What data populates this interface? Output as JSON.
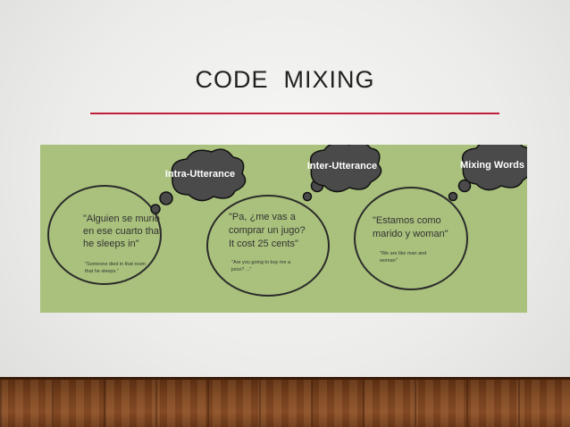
{
  "slide": {
    "title": "CODE  MIXING"
  },
  "colors": {
    "background": "#ececea",
    "title_rule": "#c01f3b",
    "panel": "#a9c17c",
    "cloud": "#4a4a4a",
    "floor": "#7a4420"
  },
  "diagram": {
    "categories": [
      {
        "label": "Intra-Utterance",
        "example_lines": [
          "\"Alguien se murió",
          "en ese cuarto that",
          "he sleeps in\""
        ],
        "translation_lines": [
          "\"Someone died in that room",
          "that he sleeps.\""
        ]
      },
      {
        "label": "Inter-Utterance",
        "example_lines": [
          "\"Pa, ¿me vas a",
          "comprar un jugo?",
          "It cost 25 cents\""
        ],
        "translation_lines": [
          "\"Are you going to buy me a",
          "juice? ...\""
        ]
      },
      {
        "label": "Mixing Words",
        "example_lines": [
          "\"Estamos como",
          "marido y woman\""
        ],
        "translation_lines": [
          "\"We are like man and",
          "woman\""
        ]
      }
    ]
  }
}
